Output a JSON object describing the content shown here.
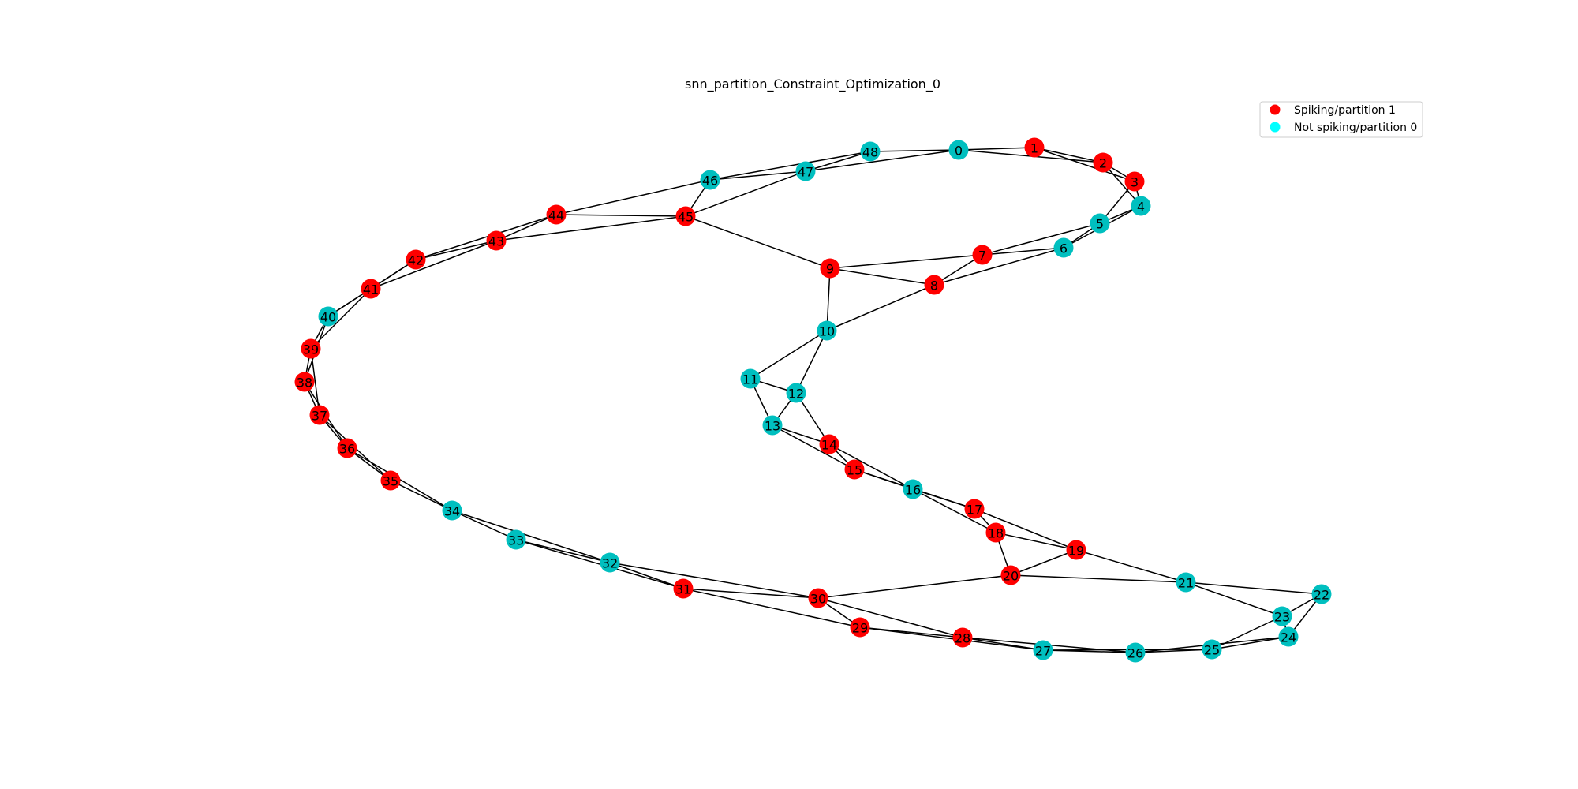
{
  "title": "snn_partition_Constraint_Optimization_0",
  "colors": {
    "spiking": "#ff0000",
    "not_spiking": "#00bfbf",
    "legend_not_spiking": "#00ffff",
    "edge": "#000000"
  },
  "legend": {
    "items": [
      {
        "label": "Spiking/partition 1",
        "color": "#ff0000"
      },
      {
        "label": "Not spiking/partition 0",
        "color": "#00ffff"
      }
    ]
  },
  "graph": {
    "nodes": [
      {
        "id": "0",
        "partition": 0
      },
      {
        "id": "1",
        "partition": 1
      },
      {
        "id": "2",
        "partition": 1
      },
      {
        "id": "3",
        "partition": 1
      },
      {
        "id": "4",
        "partition": 0
      },
      {
        "id": "5",
        "partition": 0
      },
      {
        "id": "6",
        "partition": 0
      },
      {
        "id": "7",
        "partition": 1
      },
      {
        "id": "8",
        "partition": 1
      },
      {
        "id": "9",
        "partition": 1
      },
      {
        "id": "10",
        "partition": 0
      },
      {
        "id": "11",
        "partition": 0
      },
      {
        "id": "12",
        "partition": 0
      },
      {
        "id": "13",
        "partition": 0
      },
      {
        "id": "14",
        "partition": 1
      },
      {
        "id": "15",
        "partition": 1
      },
      {
        "id": "16",
        "partition": 0
      },
      {
        "id": "17",
        "partition": 1
      },
      {
        "id": "18",
        "partition": 1
      },
      {
        "id": "19",
        "partition": 1
      },
      {
        "id": "20",
        "partition": 1
      },
      {
        "id": "21",
        "partition": 0
      },
      {
        "id": "22",
        "partition": 0
      },
      {
        "id": "23",
        "partition": 0
      },
      {
        "id": "24",
        "partition": 0
      },
      {
        "id": "25",
        "partition": 0
      },
      {
        "id": "26",
        "partition": 0
      },
      {
        "id": "27",
        "partition": 0
      },
      {
        "id": "28",
        "partition": 1
      },
      {
        "id": "29",
        "partition": 1
      },
      {
        "id": "30",
        "partition": 1
      },
      {
        "id": "31",
        "partition": 1
      },
      {
        "id": "32",
        "partition": 0
      },
      {
        "id": "33",
        "partition": 0
      },
      {
        "id": "34",
        "partition": 0
      },
      {
        "id": "35",
        "partition": 1
      },
      {
        "id": "36",
        "partition": 1
      },
      {
        "id": "37",
        "partition": 1
      },
      {
        "id": "38",
        "partition": 1
      },
      {
        "id": "39",
        "partition": 1
      },
      {
        "id": "40",
        "partition": 0
      },
      {
        "id": "41",
        "partition": 1
      },
      {
        "id": "42",
        "partition": 1
      },
      {
        "id": "43",
        "partition": 1
      },
      {
        "id": "44",
        "partition": 1
      },
      {
        "id": "45",
        "partition": 1
      },
      {
        "id": "46",
        "partition": 0
      },
      {
        "id": "47",
        "partition": 0
      },
      {
        "id": "48",
        "partition": 0
      }
    ],
    "edges": [
      [
        "0",
        "1"
      ],
      [
        "0",
        "2"
      ],
      [
        "0",
        "47"
      ],
      [
        "0",
        "48"
      ],
      [
        "1",
        "2"
      ],
      [
        "1",
        "3"
      ],
      [
        "2",
        "3"
      ],
      [
        "2",
        "4"
      ],
      [
        "3",
        "4"
      ],
      [
        "3",
        "5"
      ],
      [
        "4",
        "5"
      ],
      [
        "4",
        "6"
      ],
      [
        "5",
        "6"
      ],
      [
        "5",
        "7"
      ],
      [
        "6",
        "7"
      ],
      [
        "6",
        "8"
      ],
      [
        "7",
        "8"
      ],
      [
        "7",
        "9"
      ],
      [
        "8",
        "9"
      ],
      [
        "8",
        "10"
      ],
      [
        "9",
        "10"
      ],
      [
        "9",
        "45"
      ],
      [
        "10",
        "11"
      ],
      [
        "10",
        "12"
      ],
      [
        "11",
        "12"
      ],
      [
        "11",
        "13"
      ],
      [
        "12",
        "13"
      ],
      [
        "12",
        "14"
      ],
      [
        "13",
        "14"
      ],
      [
        "13",
        "15"
      ],
      [
        "14",
        "15"
      ],
      [
        "14",
        "16"
      ],
      [
        "15",
        "16"
      ],
      [
        "15",
        "17"
      ],
      [
        "16",
        "17"
      ],
      [
        "16",
        "18"
      ],
      [
        "17",
        "18"
      ],
      [
        "17",
        "19"
      ],
      [
        "18",
        "19"
      ],
      [
        "18",
        "20"
      ],
      [
        "19",
        "20"
      ],
      [
        "19",
        "21"
      ],
      [
        "20",
        "21"
      ],
      [
        "20",
        "30"
      ],
      [
        "21",
        "22"
      ],
      [
        "21",
        "23"
      ],
      [
        "22",
        "23"
      ],
      [
        "22",
        "24"
      ],
      [
        "23",
        "24"
      ],
      [
        "23",
        "25"
      ],
      [
        "24",
        "25"
      ],
      [
        "24",
        "26"
      ],
      [
        "25",
        "26"
      ],
      [
        "25",
        "27"
      ],
      [
        "26",
        "27"
      ],
      [
        "26",
        "28"
      ],
      [
        "27",
        "28"
      ],
      [
        "27",
        "29"
      ],
      [
        "28",
        "29"
      ],
      [
        "28",
        "30"
      ],
      [
        "29",
        "30"
      ],
      [
        "29",
        "31"
      ],
      [
        "30",
        "31"
      ],
      [
        "30",
        "32"
      ],
      [
        "31",
        "32"
      ],
      [
        "31",
        "33"
      ],
      [
        "32",
        "33"
      ],
      [
        "32",
        "34"
      ],
      [
        "33",
        "34"
      ],
      [
        "34",
        "35"
      ],
      [
        "34",
        "36"
      ],
      [
        "35",
        "36"
      ],
      [
        "35",
        "37"
      ],
      [
        "36",
        "37"
      ],
      [
        "36",
        "38"
      ],
      [
        "37",
        "38"
      ],
      [
        "37",
        "39"
      ],
      [
        "38",
        "39"
      ],
      [
        "38",
        "40"
      ],
      [
        "39",
        "40"
      ],
      [
        "39",
        "41"
      ],
      [
        "40",
        "41"
      ],
      [
        "40",
        "42"
      ],
      [
        "41",
        "42"
      ],
      [
        "41",
        "43"
      ],
      [
        "42",
        "43"
      ],
      [
        "42",
        "44"
      ],
      [
        "43",
        "44"
      ],
      [
        "43",
        "45"
      ],
      [
        "44",
        "45"
      ],
      [
        "44",
        "46"
      ],
      [
        "45",
        "46"
      ],
      [
        "45",
        "47"
      ],
      [
        "46",
        "47"
      ],
      [
        "46",
        "48"
      ],
      [
        "47",
        "48"
      ]
    ]
  }
}
